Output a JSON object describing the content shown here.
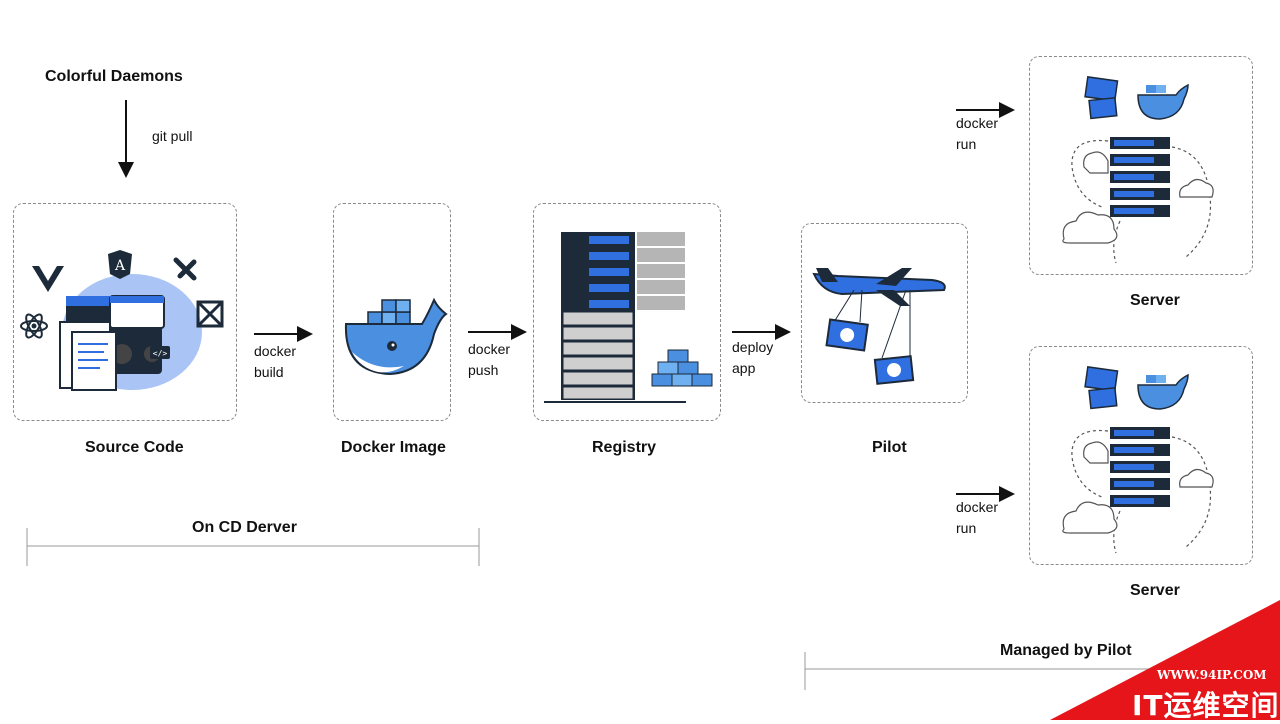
{
  "origin": {
    "title": "Colorful Daemons",
    "git_label": "git pull"
  },
  "stages": {
    "source": "Source Code",
    "image": "Docker Image",
    "registry": "Registry",
    "pilot": "Pilot",
    "server_top": "Server",
    "server_bottom": "Server"
  },
  "steps": {
    "build": "docker\nbuild",
    "push": "docker\npush",
    "deploy": "deploy\napp",
    "run_top": "docker\nrun",
    "run_bottom": "docker\nrun"
  },
  "groups": {
    "cd_server": "On CD Derver",
    "managed": "Managed by Pilot"
  },
  "watermark": {
    "url": "WWW.94IP.COM",
    "brand": "IT运维空间"
  },
  "colors": {
    "accent": "#2f6fe0",
    "dark": "#1c2a3a",
    "whale": "#4a8fe0",
    "watermark": "#e5151a"
  }
}
